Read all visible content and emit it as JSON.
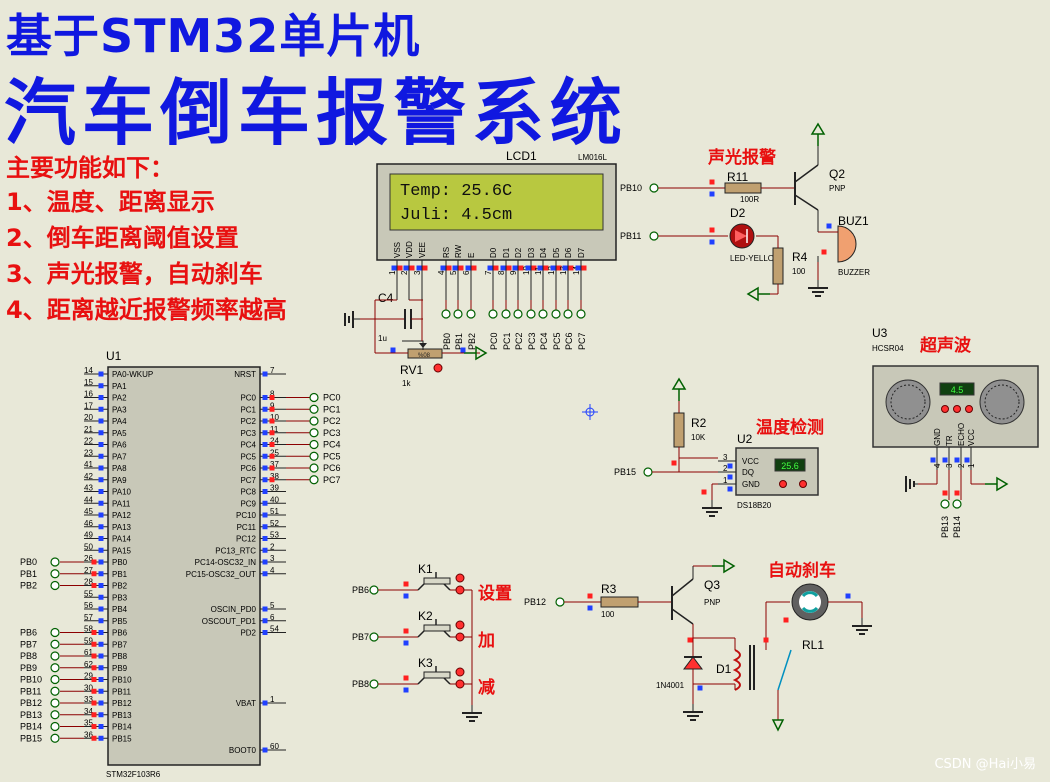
{
  "title_line1": "基于STM32单片机",
  "title_line2": "汽车倒车报警系统",
  "features_heading": "主要功能如下：",
  "features": [
    "1、温度、距离显示",
    "2、倒车距离阈值设置",
    "3、声光报警，自动刹车",
    "4、距离越近报警频率越高"
  ],
  "lcd": {
    "ref": "LCD1",
    "model": "LM016L",
    "line1": "Temp:  25.6C",
    "line2": "Juli:  4.5cm",
    "pins": [
      {
        "name": "VSS",
        "num": "1"
      },
      {
        "name": "VDD",
        "num": "2"
      },
      {
        "name": "VEE",
        "num": "3"
      },
      {
        "name": "RS",
        "num": "4"
      },
      {
        "name": "RW",
        "num": "5"
      },
      {
        "name": "E",
        "num": "6"
      },
      {
        "name": "D0",
        "num": "7"
      },
      {
        "name": "D1",
        "num": "8"
      },
      {
        "name": "D2",
        "num": "9"
      },
      {
        "name": "D3",
        "num": "10"
      },
      {
        "name": "D4",
        "num": "11"
      },
      {
        "name": "D5",
        "num": "12"
      },
      {
        "name": "D6",
        "num": "13"
      },
      {
        "name": "D7",
        "num": "14"
      }
    ],
    "ctrl_nets": [
      "PB0",
      "PB1",
      "PB2"
    ],
    "data_nets": [
      "PC0",
      "PC1",
      "PC2",
      "PC3",
      "PC4",
      "PC5",
      "PC6",
      "PC7"
    ]
  },
  "c4": {
    "ref": "C4",
    "value": "1u"
  },
  "rv1": {
    "ref": "RV1",
    "value": "1k",
    "body": "%08"
  },
  "mcu": {
    "ref": "U1",
    "part": "STM32F103R6",
    "left_pins": [
      {
        "num": "14",
        "name": "PA0-WKUP"
      },
      {
        "num": "15",
        "name": "PA1"
      },
      {
        "num": "16",
        "name": "PA2"
      },
      {
        "num": "17",
        "name": "PA3"
      },
      {
        "num": "20",
        "name": "PA4"
      },
      {
        "num": "21",
        "name": "PA5"
      },
      {
        "num": "22",
        "name": "PA6"
      },
      {
        "num": "23",
        "name": "PA7"
      },
      {
        "num": "41",
        "name": "PA8"
      },
      {
        "num": "42",
        "name": "PA9"
      },
      {
        "num": "43",
        "name": "PA10"
      },
      {
        "num": "44",
        "name": "PA11"
      },
      {
        "num": "45",
        "name": "PA12"
      },
      {
        "num": "46",
        "name": "PA13"
      },
      {
        "num": "49",
        "name": "PA14"
      },
      {
        "num": "50",
        "name": "PA15"
      },
      {
        "num": "26",
        "name": "PB0",
        "net": "PB0"
      },
      {
        "num": "27",
        "name": "PB1",
        "net": "PB1"
      },
      {
        "num": "28",
        "name": "PB2",
        "net": "PB2"
      },
      {
        "num": "55",
        "name": "PB3"
      },
      {
        "num": "56",
        "name": "PB4"
      },
      {
        "num": "57",
        "name": "PB5"
      },
      {
        "num": "58",
        "name": "PB6",
        "net": "PB6"
      },
      {
        "num": "59",
        "name": "PB7",
        "net": "PB7"
      },
      {
        "num": "61",
        "name": "PB8",
        "net": "PB8"
      },
      {
        "num": "62",
        "name": "PB9",
        "net": "PB9"
      },
      {
        "num": "29",
        "name": "PB10",
        "net": "PB10"
      },
      {
        "num": "30",
        "name": "PB11",
        "net": "PB11"
      },
      {
        "num": "33",
        "name": "PB12",
        "net": "PB12"
      },
      {
        "num": "34",
        "name": "PB13",
        "net": "PB13"
      },
      {
        "num": "35",
        "name": "PB14",
        "net": "PB14"
      },
      {
        "num": "36",
        "name": "PB15",
        "net": "PB15"
      }
    ],
    "right_pins": [
      {
        "num": "7",
        "name": "NRST",
        "row": 0
      },
      {
        "num": "8",
        "name": "PC0",
        "net": "PC0",
        "row": 2
      },
      {
        "num": "9",
        "name": "PC1",
        "net": "PC1",
        "row": 3
      },
      {
        "num": "10",
        "name": "PC2",
        "net": "PC2",
        "row": 4
      },
      {
        "num": "11",
        "name": "PC3",
        "net": "PC3",
        "row": 5
      },
      {
        "num": "24",
        "name": "PC4",
        "net": "PC4",
        "row": 6
      },
      {
        "num": "25",
        "name": "PC5",
        "net": "PC5",
        "row": 7
      },
      {
        "num": "37",
        "name": "PC6",
        "net": "PC6",
        "row": 8
      },
      {
        "num": "38",
        "name": "PC7",
        "net": "PC7",
        "row": 9
      },
      {
        "num": "39",
        "name": "PC8",
        "row": 10
      },
      {
        "num": "40",
        "name": "PC9",
        "row": 11
      },
      {
        "num": "51",
        "name": "PC10",
        "row": 12
      },
      {
        "num": "52",
        "name": "PC11",
        "row": 13
      },
      {
        "num": "53",
        "name": "PC12",
        "row": 14
      },
      {
        "num": "2",
        "name": "PC13_RTC",
        "row": 15
      },
      {
        "num": "3",
        "name": "PC14-OSC32_IN",
        "row": 16
      },
      {
        "num": "4",
        "name": "PC15-OSC32_OUT",
        "row": 17
      },
      {
        "num": "5",
        "name": "OSCIN_PD0",
        "row": 20
      },
      {
        "num": "6",
        "name": "OSCOUT_PD1",
        "row": 21
      },
      {
        "num": "54",
        "name": "PD2",
        "row": 22
      },
      {
        "num": "1",
        "name": "VBAT",
        "row": 28
      },
      {
        "num": "60",
        "name": "BOOT0",
        "row": 32
      }
    ]
  },
  "alarm": {
    "label": "声光报警",
    "r11": {
      "ref": "R11",
      "value": "100R",
      "net": "PB10"
    },
    "q2": {
      "ref": "Q2",
      "type": "PNP"
    },
    "d2": {
      "ref": "D2",
      "value": "LED-YELLOW",
      "net": "PB11"
    },
    "r4": {
      "ref": "R4",
      "value": "100"
    },
    "buz": {
      "ref": "BUZ1",
      "value": "BUZZER"
    }
  },
  "ultrasonic": {
    "label": "超声波",
    "ref": "U3",
    "part": "HCSR04",
    "reading": "4.5",
    "pins": [
      "GND",
      "TR",
      "ECHO",
      "VCC"
    ],
    "pin_nums": [
      "4",
      "3",
      "2",
      "1"
    ],
    "nets": [
      "PB13",
      "PB14"
    ]
  },
  "temp": {
    "label": "温度检测",
    "r2": {
      "ref": "R2",
      "value": "10K"
    },
    "ref": "U2",
    "part": "DS18B20",
    "reading": "25.6",
    "pins": [
      "VCC",
      "DQ",
      "GND"
    ],
    "pin_nums": [
      "3",
      "2",
      "1"
    ],
    "net": "PB15"
  },
  "keys": [
    {
      "ref": "K1",
      "label": "设置",
      "net": "PB6"
    },
    {
      "ref": "K2",
      "label": "加",
      "net": "PB7"
    },
    {
      "ref": "K3",
      "label": "减",
      "net": "PB8"
    }
  ],
  "brake": {
    "label": "自动刹车",
    "r3": {
      "ref": "R3",
      "value": "100",
      "net": "PB12"
    },
    "q3": {
      "ref": "Q3",
      "type": "PNP"
    },
    "d1": {
      "ref": "D1",
      "value": "1N4001"
    },
    "rl1": {
      "ref": "RL1"
    }
  },
  "watermark": "CSDN @Hai小易",
  "colors": {
    "wire": "#8b0000",
    "title": "#1018e0",
    "red_text": "#e81010",
    "pin_blue": "#2040ff",
    "pin_red": "#ff2020",
    "ground": "#006000",
    "lcd_bg": "#b8c840"
  }
}
